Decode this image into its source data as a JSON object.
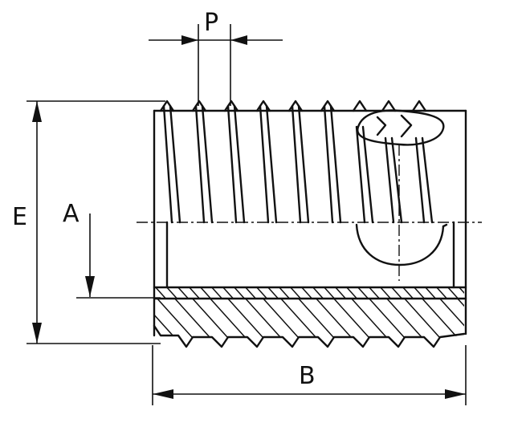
{
  "drawing": {
    "subject": "threaded insert",
    "labels": {
      "pitch": "P",
      "outer_height": "E",
      "inner": "A",
      "length": "B"
    }
  }
}
